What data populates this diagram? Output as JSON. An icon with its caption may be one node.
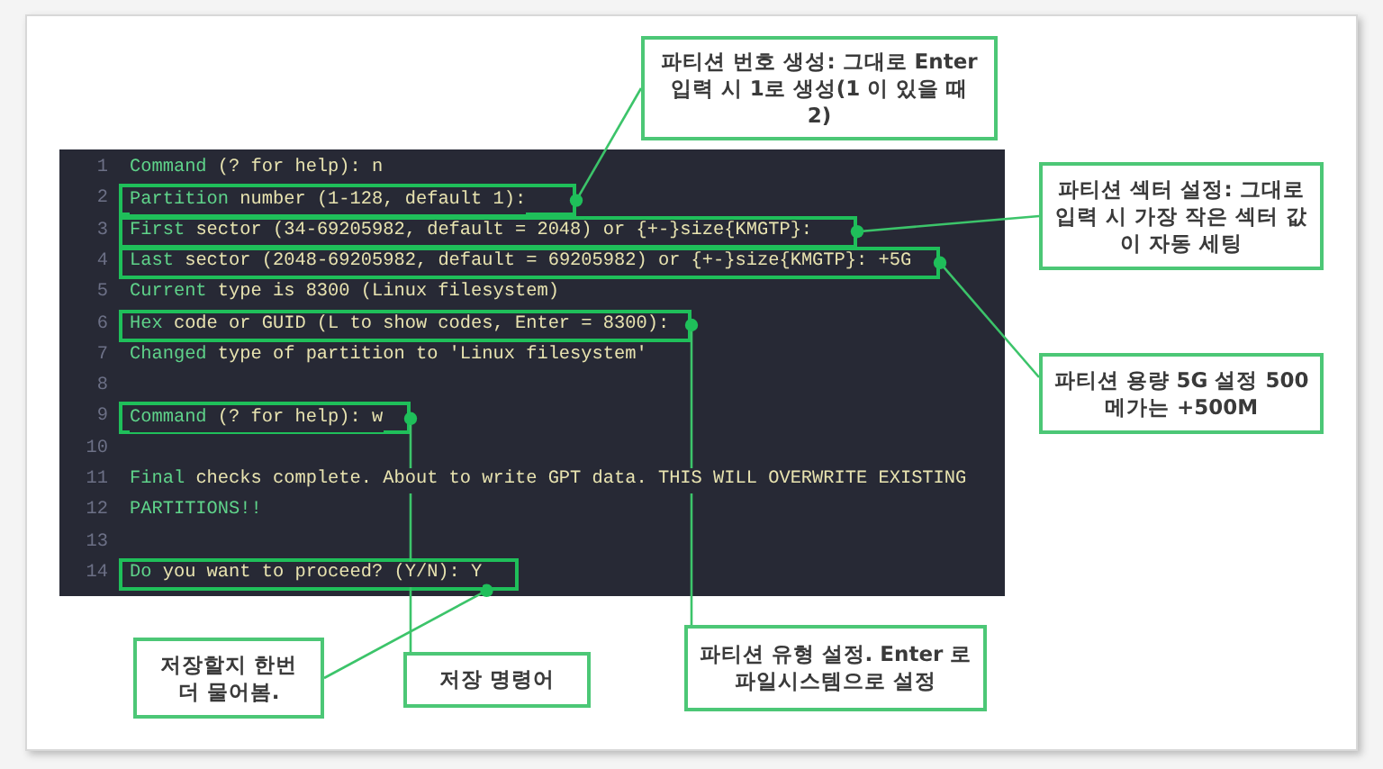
{
  "diagram": {
    "nodes": [
      {
        "text": [
          "Command (? for help): n",
          "Current type is 8300 (Linux filesystem)",
          "Changed type of partition to 'Linux filesystem'",
          "Final checks complete. About to write GPT data. THIS WILL OVERWRITE EXISTING",
          "PARTITIONS!!"
        ]
      },
      {
        "text": [
          "Partition number (1-128, default 1):"
        ],
        "in": 0
      },
      {
        "text": [
          "First sector (34-69205982, default = 2048) or {+-}size{KMGTP}:"
        ],
        "in": 0
      },
      {
        "text": [
          "Last sector (2048-69205982, default = 69205982) or {+-}size{KMGTP}: +5G"
        ],
        "in": 0
      },
      {
        "text": [
          "Hex code or GUID (L to show codes, Enter = 8300):"
        ],
        "in": 0
      },
      {
        "text": [
          "Command (? for help): w"
        ],
        "in": 0
      },
      {
        "text": [
          "Do you want to proceed? (Y/N): Y"
        ],
        "in": 0
      },
      {
        "text": [
          "파티션 번호 생성: 그대로 Enter 입력 시 1로 생성(1 이 있을 때 2)"
        ]
      },
      {
        "text": [
          "파티션 섹터 설정: 그대로 입력 시 가장 작은 섹터 값이 자동 세팅"
        ]
      },
      {
        "text": [
          "파티션 용량 5G 설정 500메가는 +500M"
        ]
      },
      {
        "text": [
          "파티션 유형 설정. Enter 로 파일시스템으로 설정"
        ]
      },
      {
        "text": [
          "저장 명령어"
        ]
      },
      {
        "text": [
          "저장할지 한번 더 물어봄."
        ]
      }
    ],
    "edges": [
      {
        "from": 7,
        "to": 1,
        "arrow": "other"
      },
      {
        "from": 8,
        "to": 2,
        "arrow": "other"
      },
      {
        "from": 9,
        "to": 3,
        "arrow": "other"
      },
      {
        "from": 10,
        "to": 4,
        "arrow": "other"
      },
      {
        "from": 11,
        "to": 5,
        "arrow": "other"
      },
      {
        "from": 12,
        "to": 6,
        "arrow": "other"
      }
    ],
    "labels": [
      "1",
      "2",
      "3",
      "4",
      "5",
      "6",
      "7",
      "8",
      "9",
      "10",
      "11",
      "12",
      "13",
      "14"
    ]
  }
}
